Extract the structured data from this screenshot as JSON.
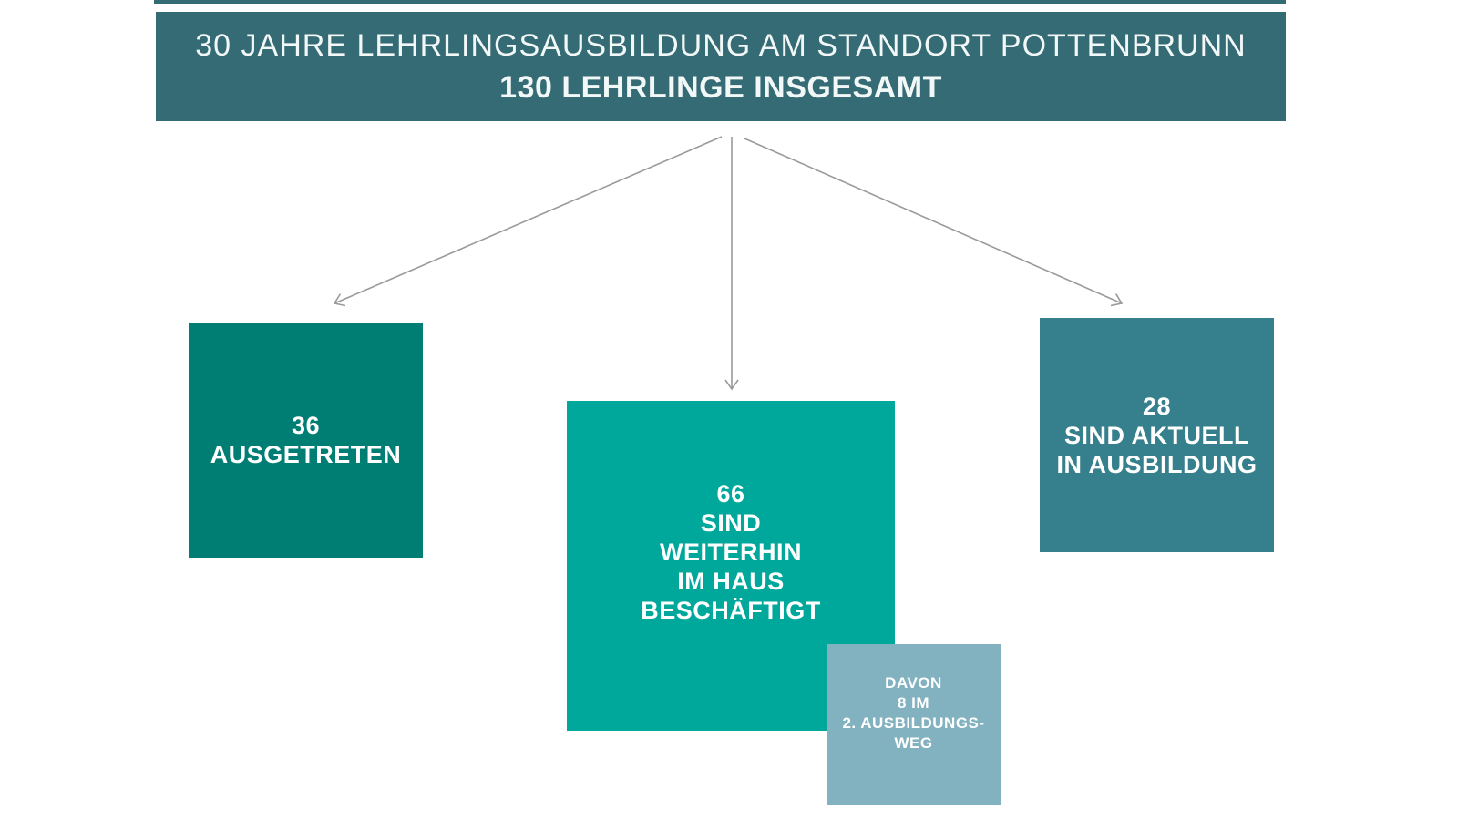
{
  "header": {
    "line1": "30 JAHRE LEHRLINGSAUSBILDUNG AM STANDORT POTTENBRUNN",
    "line2": "130 LEHRLINGE INSGESAMT",
    "total": 130,
    "bg": "#356B74",
    "text_color": "#F2F7F7"
  },
  "arrows": {
    "color": "#9A9A9A"
  },
  "nodes": {
    "ausgetreten": {
      "value": 36,
      "lines": [
        "36",
        "AUSGETRETEN"
      ],
      "bg": "#007E73"
    },
    "weiterhin": {
      "value": 66,
      "lines": [
        "66",
        "SIND",
        "WEITERHIN",
        "IM HAUS",
        "BESCHÄFTIGT"
      ],
      "bg": "#00A89C"
    },
    "aktuell": {
      "value": 28,
      "lines": [
        "28",
        "SIND AKTUELL",
        "IN AUSBILDUNG"
      ],
      "bg": "#36808D"
    },
    "davon": {
      "value": 8,
      "lines": [
        "DAVON",
        "8 IM",
        "2. AUSBILDUNGS-",
        "WEG"
      ],
      "bg": "#82B1BF"
    }
  }
}
